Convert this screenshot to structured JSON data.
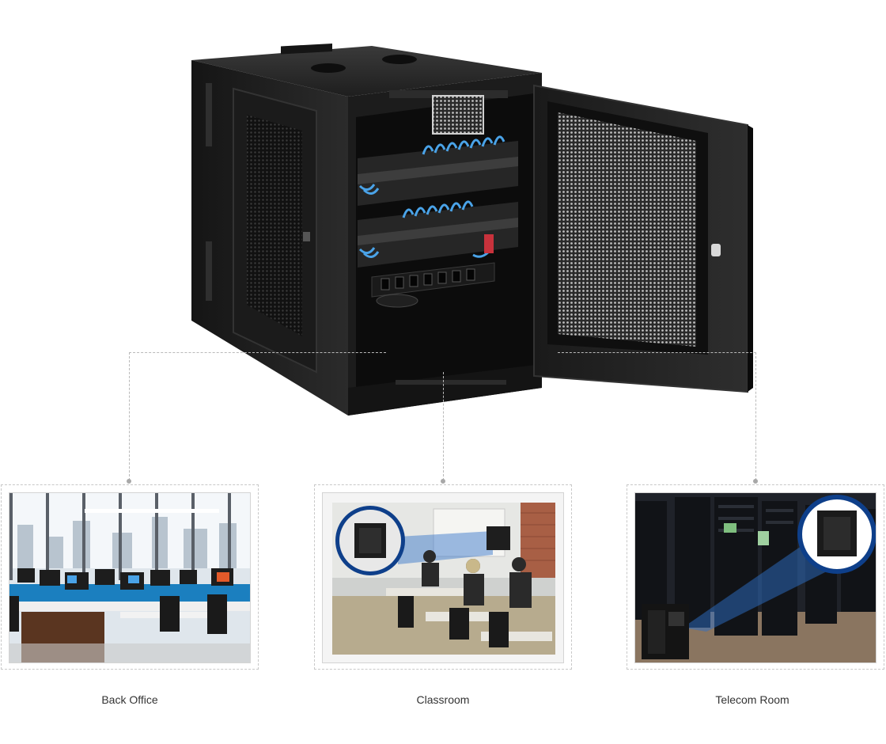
{
  "applications": [
    {
      "label": "Back Office"
    },
    {
      "label": "Classroom"
    },
    {
      "label": "Telecom Room"
    }
  ]
}
